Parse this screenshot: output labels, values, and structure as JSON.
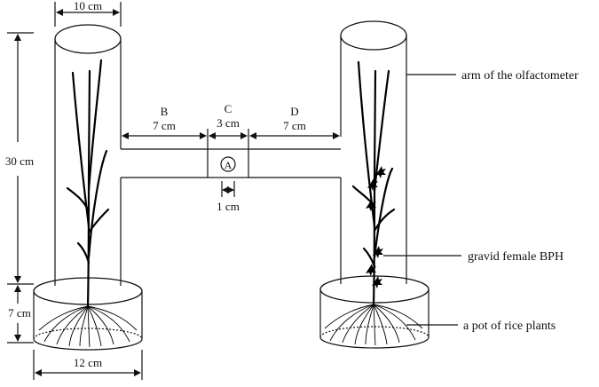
{
  "dimensions": {
    "tube_width": "10 cm",
    "tube_height": "30 cm",
    "pot_height": "7 cm",
    "pot_width": "12 cm",
    "section_b_letter": "B",
    "section_b_length": "7 cm",
    "section_c_letter": "C",
    "section_c_length": "3 cm",
    "section_d_letter": "D",
    "section_d_length": "7 cm",
    "hole_width": "1 cm",
    "chamber_marker": "A"
  },
  "labels": {
    "arm": "arm of  the olfactometer",
    "insect": "gravid female BPH",
    "pot": "a pot of rice plants"
  }
}
